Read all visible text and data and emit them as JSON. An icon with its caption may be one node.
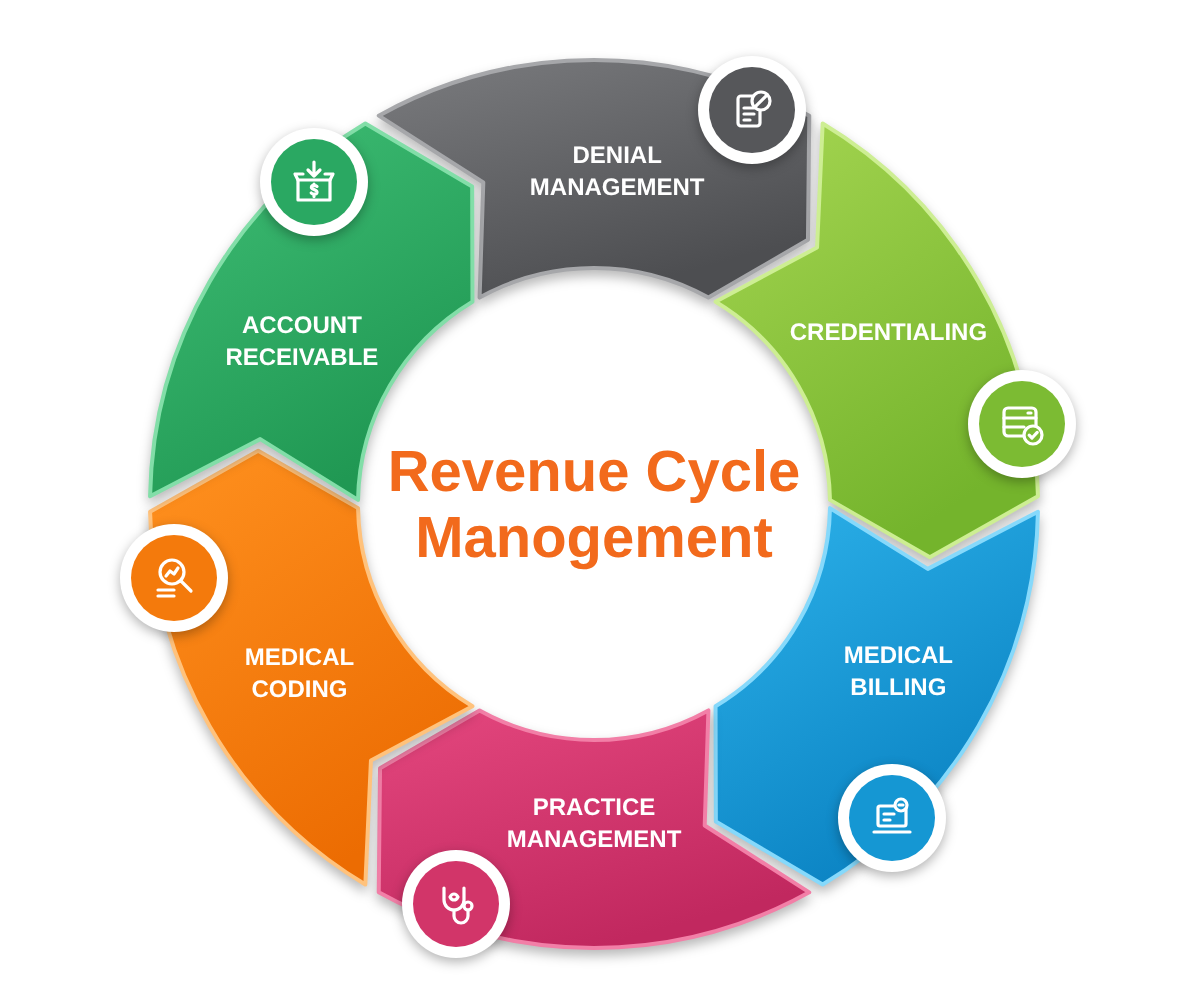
{
  "diagram": {
    "title": "Revenue Cycle Manogement",
    "nodes": [
      {
        "text": [
          "DENIAL MANAGEMENT"
        ]
      },
      {
        "text": [
          "CREDENTIALING"
        ]
      },
      {
        "text": [
          "MEDICAL BILLING"
        ]
      },
      {
        "text": [
          "PRACTICE MANAGEMENT"
        ]
      },
      {
        "text": [
          "MEDICAL CODING"
        ]
      },
      {
        "text": [
          "ACCOUNT RECEIVABLE"
        ]
      }
    ]
  }
}
